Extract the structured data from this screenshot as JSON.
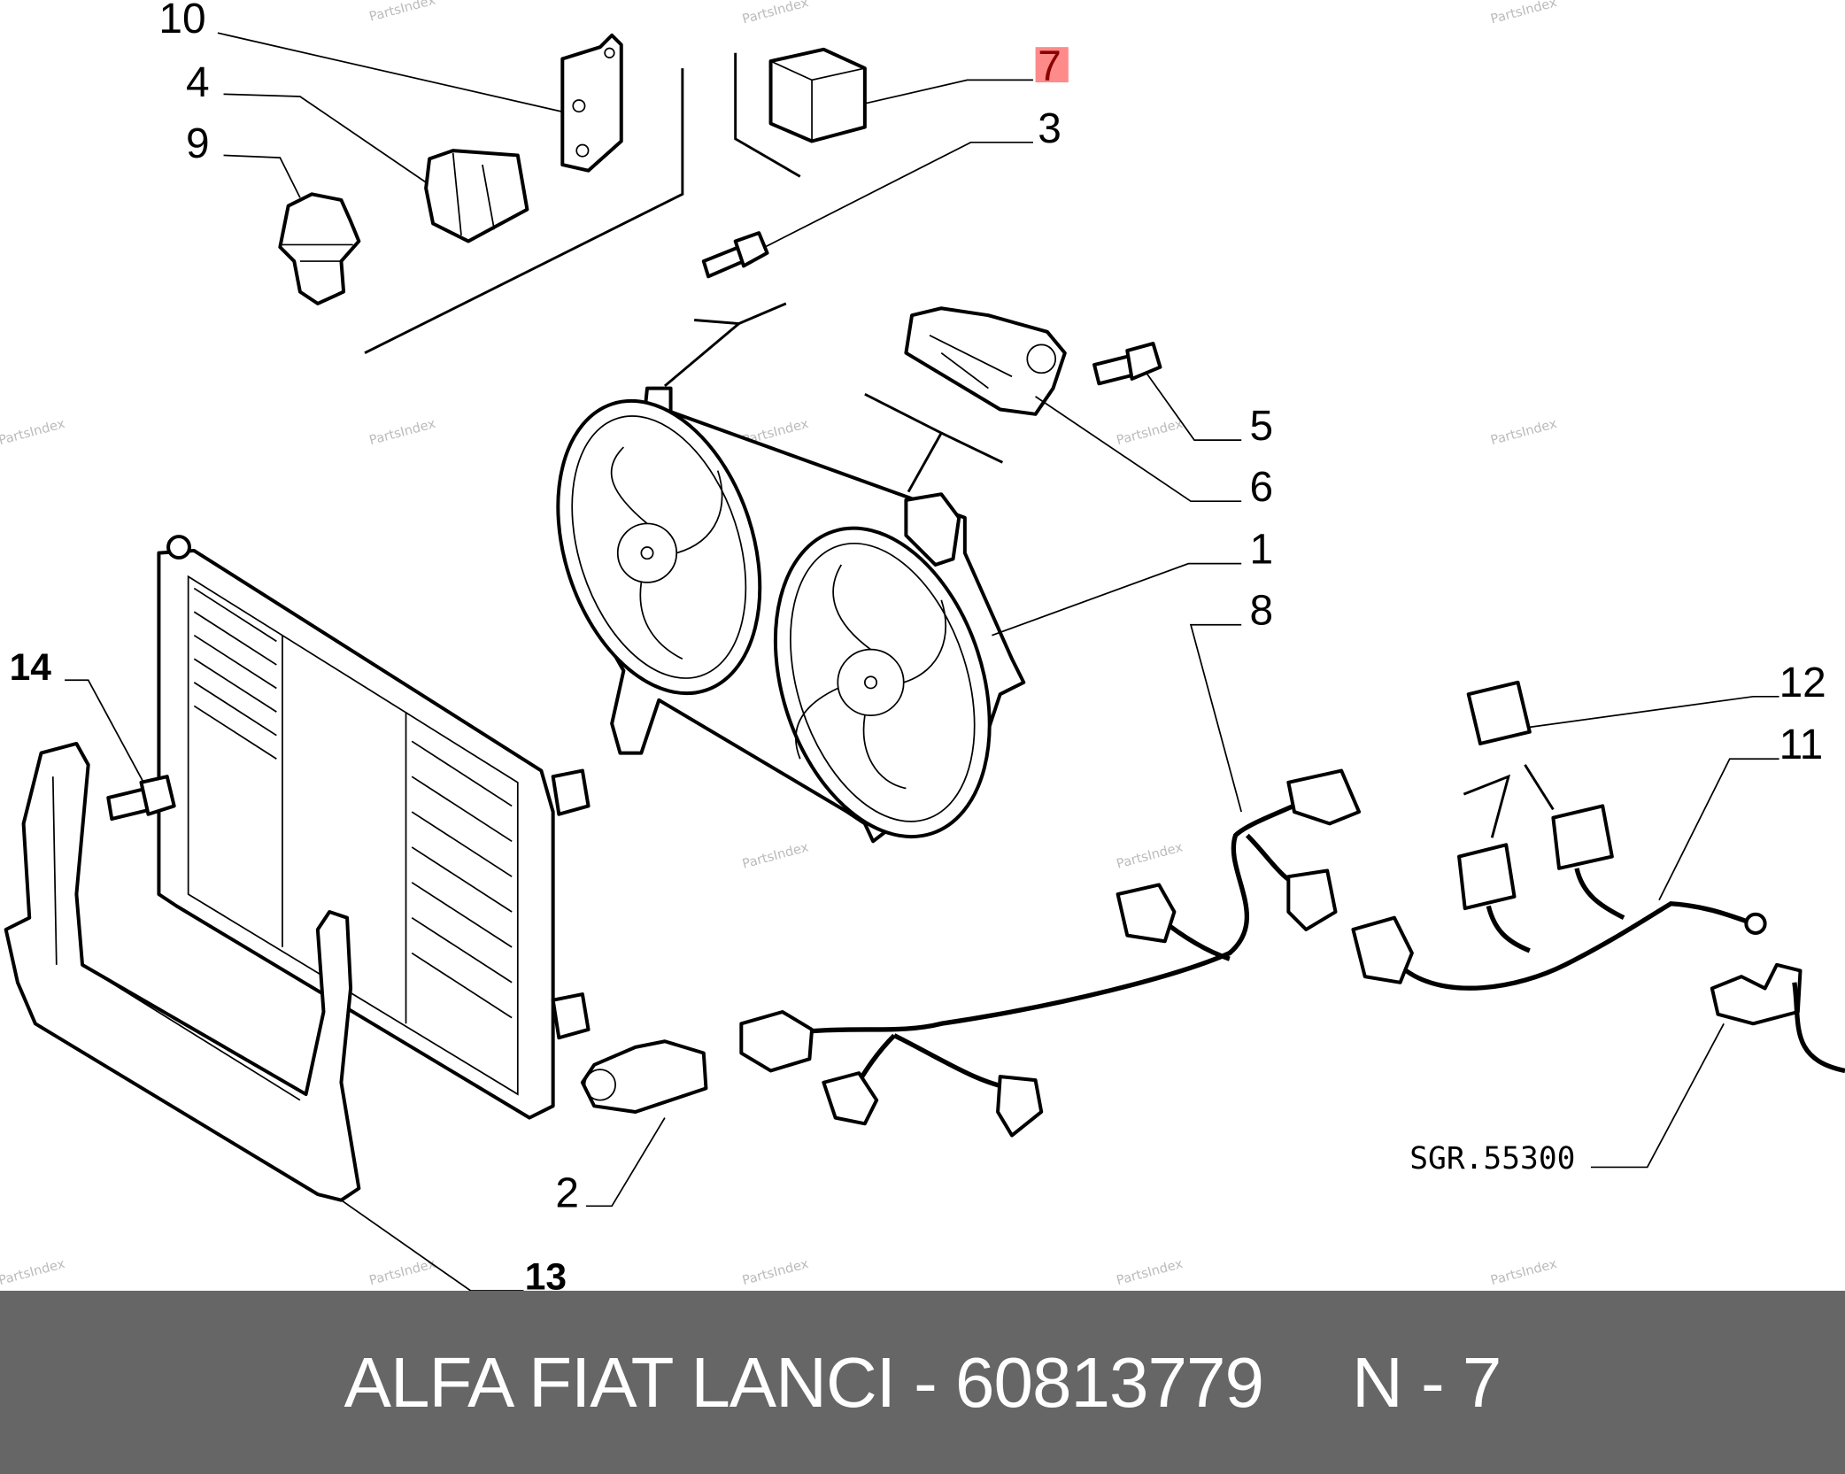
{
  "callouts": {
    "c10": "10",
    "c4": "4",
    "c9": "9",
    "c7": "7",
    "c3": "3",
    "c5": "5",
    "c6": "6",
    "c1": "1",
    "c8": "8",
    "c12": "12",
    "c11": "11",
    "c14": "14",
    "c2": "2",
    "c13": "13",
    "ref": "SGR.55300"
  },
  "highlight_color": "#ff8a8a",
  "watermark": "PartsIndex",
  "footer": {
    "brand": "ALFA FIAT LANCI",
    "separator": " - ",
    "part_number": "60813779",
    "position": "N - 7"
  }
}
